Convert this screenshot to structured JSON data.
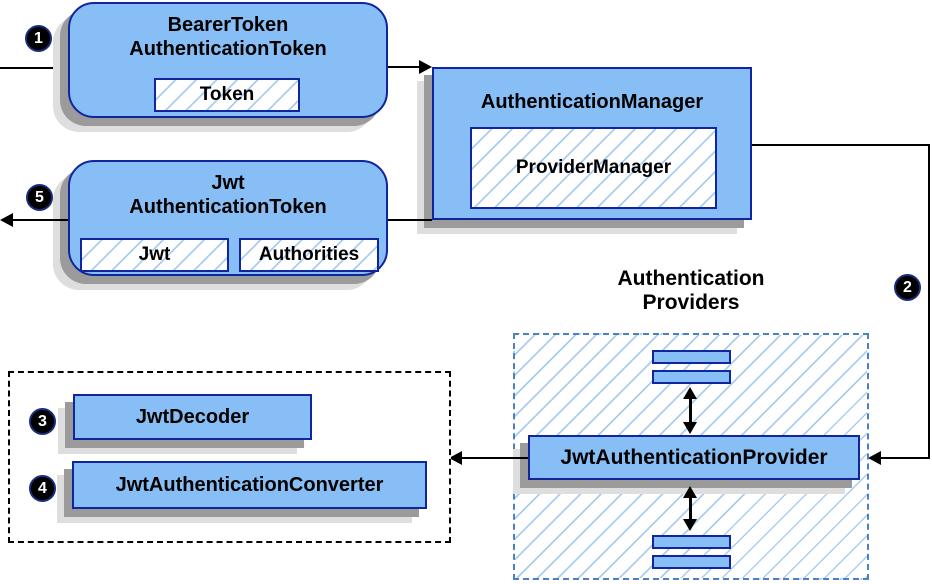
{
  "diagram": {
    "bearer_token_box": {
      "line1": "BearerToken",
      "line2": "AuthenticationToken",
      "chip": "Token"
    },
    "authentication_manager_box": {
      "title": "AuthenticationManager",
      "chip": "ProviderManager"
    },
    "jwt_token_box": {
      "line1": "Jwt",
      "line2": "AuthenticationToken",
      "chip_jwt": "Jwt",
      "chip_authorities": "Authorities"
    },
    "providers_group": {
      "title_line1": "Authentication",
      "title_line2": "Providers",
      "provider_box": "JwtAuthenticationProvider"
    },
    "converter_group": {
      "decoder_box": "JwtDecoder",
      "converter_box": "JwtAuthenticationConverter"
    },
    "steps": {
      "step1": "1",
      "step2": "2",
      "step3": "3",
      "step4": "4",
      "step5": "5"
    },
    "colors": {
      "box_fill": "#87bef5",
      "box_border": "#11259c",
      "hatch_line": "#a9cdf1",
      "providers_dash_border": "#4c80c0",
      "black_dash_border": "#000000",
      "arrow_line": "#000000",
      "badge_fill": "#000000",
      "badge_text": "#ffffff",
      "shadow_dark": "#9b9b9b",
      "shadow_light": "#dedede"
    }
  }
}
